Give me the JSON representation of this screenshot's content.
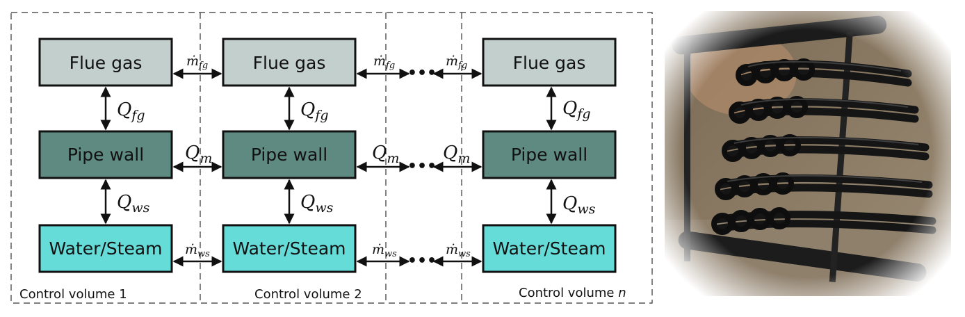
{
  "boxes": {
    "flue_gas": "Flue gas",
    "pipe_wall": "Pipe wall",
    "water_steam": "Water/Steam"
  },
  "flows": {
    "q_fg_base": "Q",
    "q_fg_sub": "fg",
    "q_ws_base": "Q",
    "q_ws_sub": "ws",
    "q_m_base": "Q",
    "q_m_sub": "m",
    "mdot_base": "ṁ",
    "mdot_fg_sub": "fg",
    "mdot_ws_sub": "ws",
    "ellipsis": "•••"
  },
  "control_volumes": {
    "cv1": "Control volume 1",
    "cv2": "Control volume 2",
    "cvn_prefix": "Control volume ",
    "cvn_suffix": "n"
  },
  "colors": {
    "flue_gas_fill": "#c3cfcc",
    "pipe_wall_fill": "#5f8a82",
    "water_steam_fill": "#66dcd9"
  },
  "photo": {
    "subject": "heat-exchanger-tube-bundle-photo"
  }
}
